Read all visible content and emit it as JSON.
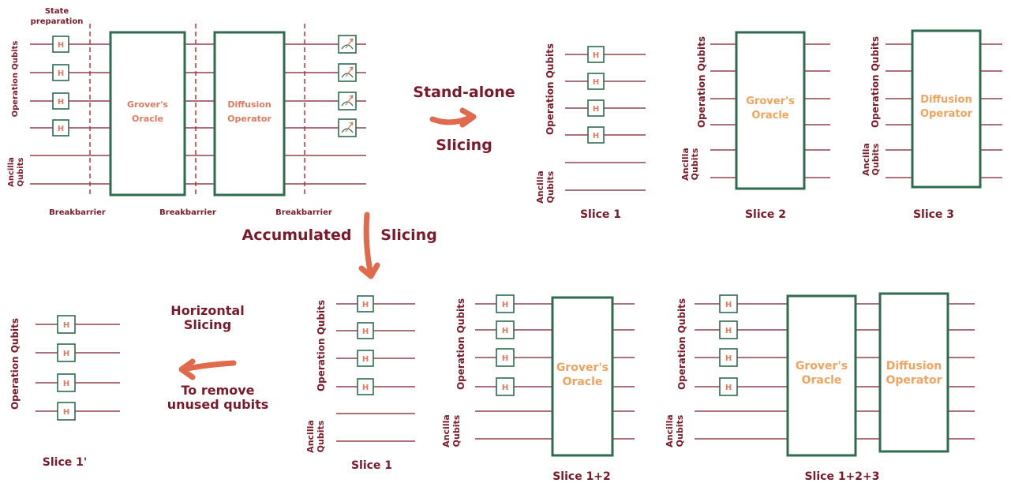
{
  "colors": {
    "wire": "#7a1a2a",
    "box": "#2e6b4f",
    "accent": "#e07a5f",
    "gate_text": "#e07a5f",
    "orange": "#f0a35e",
    "dashed": "#c0242c",
    "arrow": "#e06a4c",
    "label": "#7a1a2a"
  },
  "labels": {
    "state_prep_1": "State",
    "state_prep_2": "preparation",
    "operation_qubits": "Operation Qubits",
    "ancilla_1": "Ancilla",
    "ancilla_2": "Qubits",
    "breakbarrier": "Breakbarrier",
    "gate_h": "H",
    "grover_1": "Grover's",
    "grover_2": "Oracle",
    "diffusion_1": "Diffusion",
    "diffusion_2": "Operator",
    "standalone_1": "Stand-alone",
    "standalone_2": "Slicing",
    "accumulated_1": "Accumulated",
    "accumulated_2": "Slicing",
    "horizontal_1": "Horizontal",
    "horizontal_2": "Slicing",
    "remove_1": "To remove",
    "remove_2": "unused qubits",
    "slice_1": "Slice 1",
    "slice_2": "Slice 2",
    "slice_3": "Slice 3",
    "slice_1p": "Slice 1'",
    "slice_12": "Slice 1+2",
    "slice_123": "Slice 1+2+3"
  },
  "icons": {
    "measurement": "measurement-meter-icon",
    "arrow": "curved-arrow-icon"
  }
}
